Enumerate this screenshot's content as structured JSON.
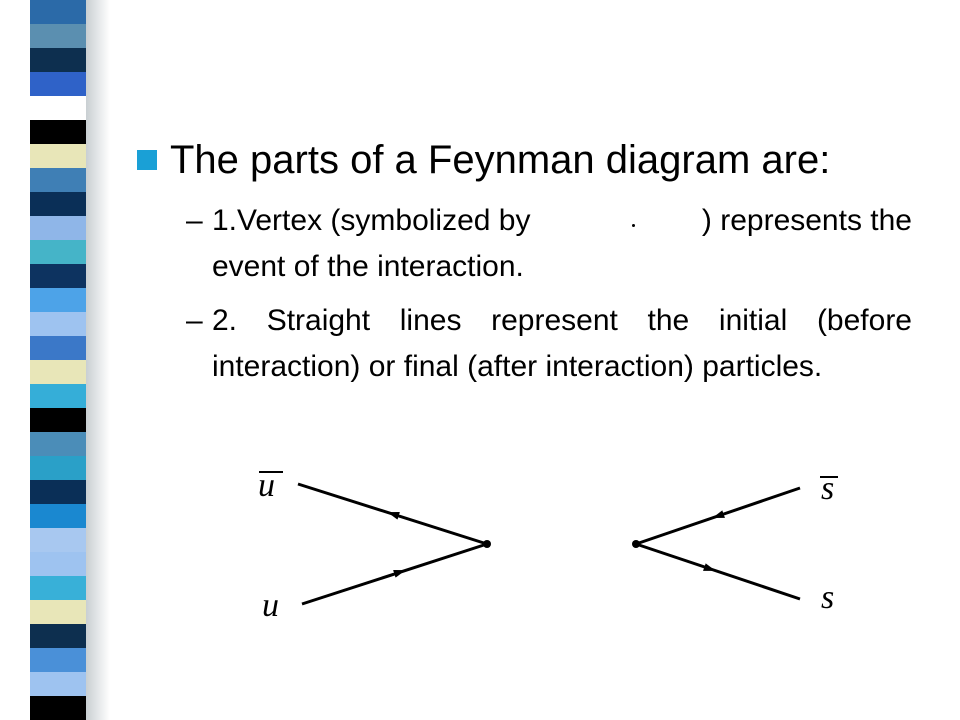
{
  "slide": {
    "title": "The parts of a Feynman diagram are:",
    "points": [
      {
        "marker": "–",
        "line1_left": "1.Vertex (symbolized by",
        "line1_right": ") represents the",
        "line2": "event of the interaction."
      },
      {
        "marker": "–",
        "text": "2. Straight lines represent the initial (before interaction) or final (after interaction) particles."
      }
    ]
  },
  "decor": {
    "bullet_color": "#1aa0d6",
    "bar_strips": [
      "#2b6aa8",
      "#5b8fb0",
      "#0d2f4f",
      "#2f62c8",
      "#ffffff",
      "#000000",
      "#e8e6b8",
      "#3f7fb5",
      "#0a2f57",
      "#8fb6e8",
      "#45b4c8",
      "#0d3360",
      "#4da3e8",
      "#9ec3f0",
      "#3b78c8",
      "#e8e6b8",
      "#35aed8",
      "#000000",
      "#4b8db8",
      "#2aa0c8",
      "#0a2f57",
      "#1a88d0",
      "#a8c8f0",
      "#9ec3f0",
      "#38b0d8",
      "#e8e6b8",
      "#0d2f4f",
      "#4a90d8",
      "#9ec3f0",
      "#000000"
    ]
  },
  "diagram": {
    "labels": {
      "u_bar": "u",
      "u": "u",
      "s_bar": "s",
      "s": "s"
    }
  }
}
